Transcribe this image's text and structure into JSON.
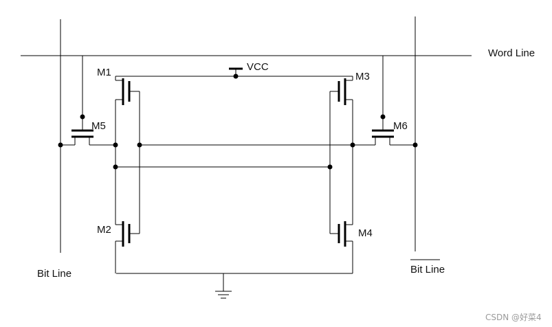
{
  "labels": {
    "word_line": "Word Line",
    "bit_line_left": "Bit Line",
    "bit_line_right": "Bit Line",
    "vcc": "VCC",
    "m1": "M1",
    "m2": "M2",
    "m3": "M3",
    "m4": "M4",
    "m5": "M5",
    "m6": "M6"
  },
  "watermark": "CSDN @好菜4"
}
